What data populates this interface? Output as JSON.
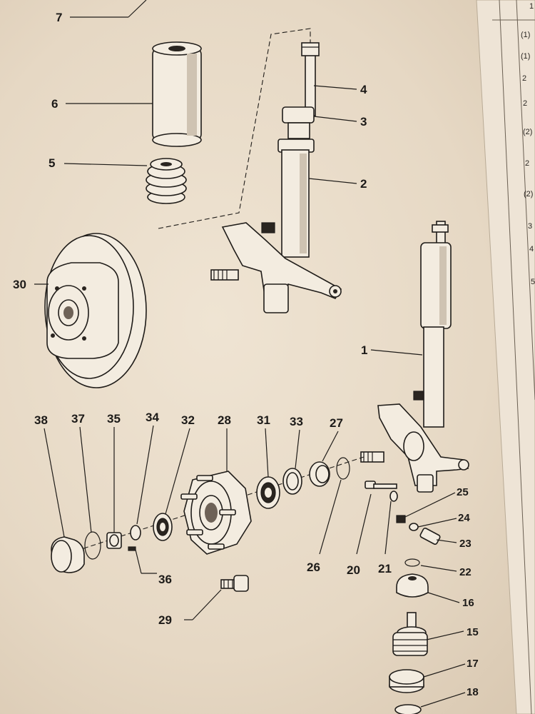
{
  "callouts": {
    "c1": "1",
    "c2": "2",
    "c3": "3",
    "c4": "4",
    "c5": "5",
    "c6": "6",
    "c7": "7",
    "c15": "15",
    "c16": "16",
    "c17": "17",
    "c18": "18",
    "c20": "20",
    "c21": "21",
    "c22": "22",
    "c23": "23",
    "c24": "24",
    "c25": "25",
    "c26": "26",
    "c27": "27",
    "c28": "28",
    "c29": "29",
    "c30": "30",
    "c31": "31",
    "c32": "32",
    "c33": "33",
    "c34": "34",
    "c35": "35",
    "c36": "36",
    "c37": "37",
    "c38": "38"
  },
  "table_fragment": {
    "col_a": [
      "1",
      "(1)",
      "(1)",
      "2",
      "2",
      "(2)",
      "2",
      "(2)",
      "3",
      "4",
      "5"
    ]
  },
  "colors": {
    "paper": "#e8dccb",
    "ink": "#1f1c19"
  }
}
